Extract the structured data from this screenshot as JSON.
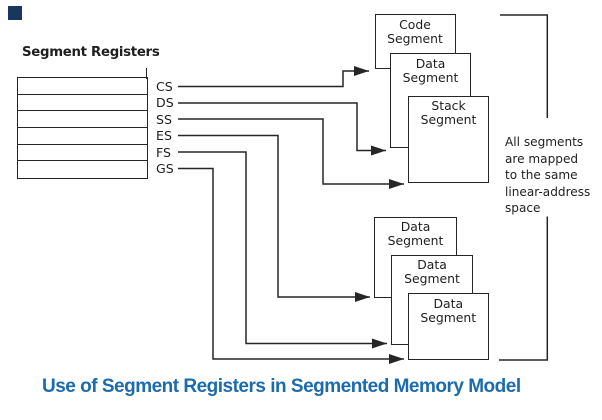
{
  "title": "Segment Registers",
  "registers": [
    "CS",
    "DS",
    "SS",
    "ES",
    "FS",
    "GS"
  ],
  "segments": {
    "top": [
      {
        "line1": "Code",
        "line2": "Segment"
      },
      {
        "line1": "Data",
        "line2": "Segment"
      },
      {
        "line1": "Stack",
        "line2": "Segment"
      }
    ],
    "bottom": [
      {
        "line1": "Data",
        "line2": "Segment"
      },
      {
        "line1": "Data",
        "line2": "Segment"
      },
      {
        "line1": "Data",
        "line2": "Segment"
      }
    ]
  },
  "note": {
    "lines": [
      "All segments",
      "are mapped",
      "to the same",
      "linear-address",
      "space"
    ]
  },
  "caption": "Use of Segment Registers in Segmented Memory Model",
  "colors": {
    "diagram_line": "#262626",
    "caption_blue": "#1c6bad",
    "corner_mark": "#17375e"
  }
}
